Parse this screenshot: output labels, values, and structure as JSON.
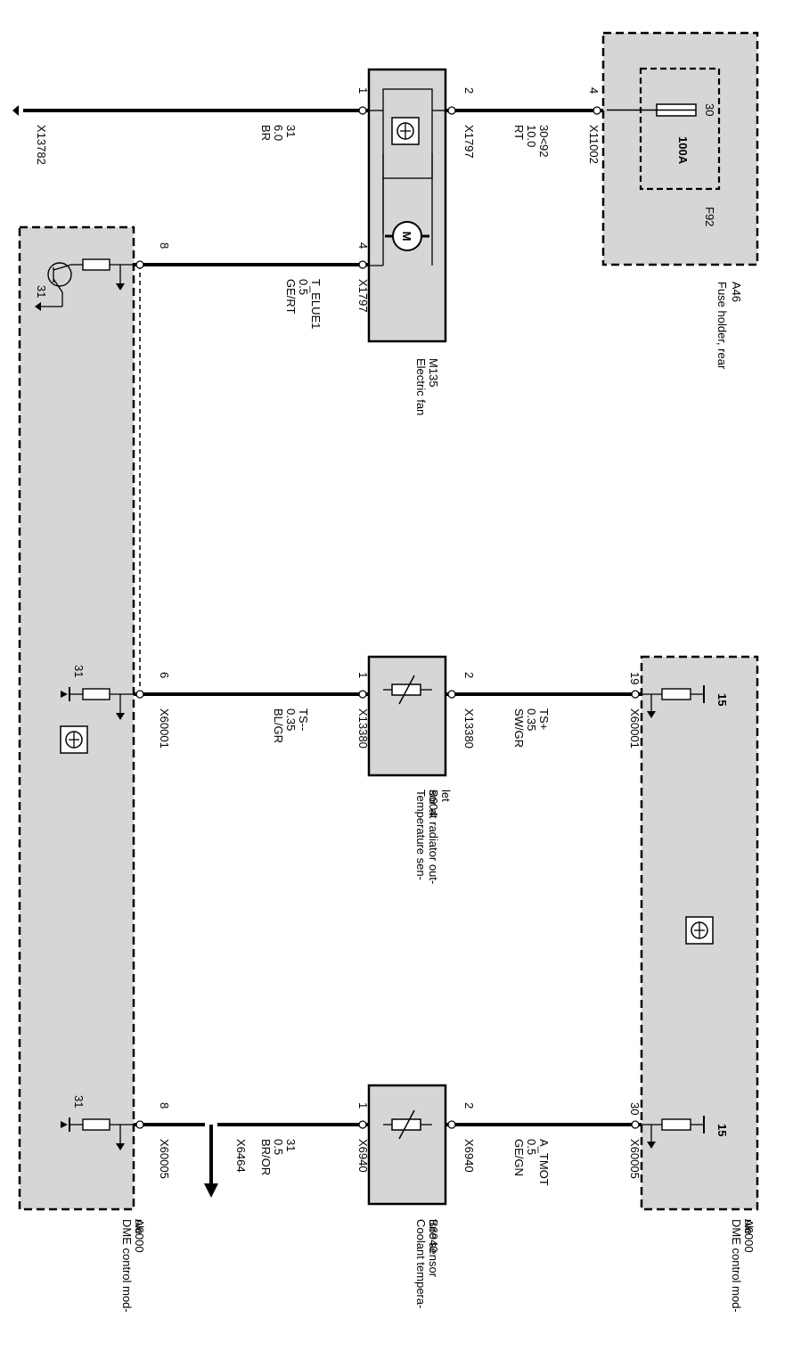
{
  "diagram": {
    "components": {
      "fuse_holder": {
        "id": "A46",
        "name": "Fuse holder, rear",
        "fuse": "F92",
        "rating": "100A",
        "pin": "30"
      },
      "fan": {
        "id": "M135",
        "name": "Electric fan"
      },
      "temp_sensor": {
        "id": "B604",
        "name": "Temperature sen-\nsor at radiator out-\nlet"
      },
      "coolant_sensor": {
        "id": "B6940",
        "name": "Coolant tempera-\nture sensor"
      },
      "dme_top": {
        "id": "A6000",
        "name": "DME control mod-\nule"
      },
      "dme_bottom": {
        "id": "A6000",
        "name": "DME control mod-\nule"
      }
    },
    "wires": {
      "ground": {
        "signal": "31",
        "size": "6.0",
        "color": "BR",
        "connector": "X13782"
      },
      "fan_pin1": {
        "pin": "1"
      },
      "fan_supply": {
        "pin_fan": "2",
        "connector_fan": "X1797",
        "signal": "30<92",
        "size": "10.0",
        "color": "RT",
        "pin_fuse": "4",
        "connector_fuse": "X11002"
      },
      "fan_control": {
        "pin_fan": "4",
        "connector_fan": "X1797",
        "signal": "T_ELUE1",
        "size": "0.5",
        "color": "GE/RT",
        "pin_dme": "8"
      },
      "ts_minus": {
        "pin_sensor": "1",
        "connector_sensor": "X13380",
        "signal": "TS--",
        "size": "0.35",
        "color": "BL/GR",
        "pin_dme": "6",
        "connector_dme": "X60001"
      },
      "ts_plus": {
        "pin_sensor": "2",
        "connector_sensor": "X13380",
        "signal": "TS+",
        "size": "0.35",
        "color": "SW/GR",
        "pin_dme": "19",
        "connector_dme": "X60001"
      },
      "coolant_ground": {
        "pin_sensor": "1",
        "connector_sensor": "X6940",
        "signal": "31",
        "size": "0.5",
        "color": "BR/OR",
        "pin_dme": "8",
        "connector_dme": "X60005",
        "branch": "X6464"
      },
      "coolant_signal": {
        "pin_sensor": "2",
        "connector_sensor": "X6940",
        "signal": "A_TMOT",
        "size": "0.5",
        "color": "GE/GN",
        "pin_dme": "30",
        "connector_dme": "X60005"
      }
    },
    "internal": {
      "ground_31": "31",
      "supply_15": "15"
    }
  }
}
